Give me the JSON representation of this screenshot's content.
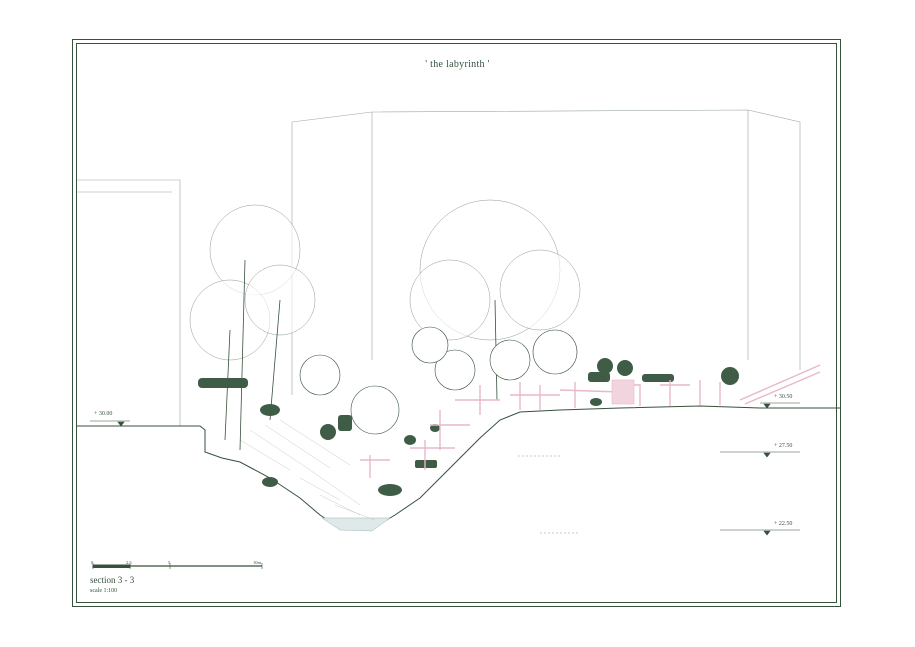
{
  "title": "' the labyrinth '",
  "section": {
    "title": "section 3 - 3",
    "scale": "scale 1:100"
  },
  "scale_bar": {
    "ticks": [
      "0",
      "2.5",
      "5",
      "10m"
    ]
  },
  "elevations": {
    "left": "+ 30.00",
    "right_top": "+ 30.50",
    "right_mid": "+ 27.50",
    "right_low": "+ 22.50"
  },
  "colors": {
    "line": "#36513c",
    "foliage_dark": "#3f5d46",
    "accent_pink": "#e7b9c9",
    "water": "#dfe9ea"
  }
}
